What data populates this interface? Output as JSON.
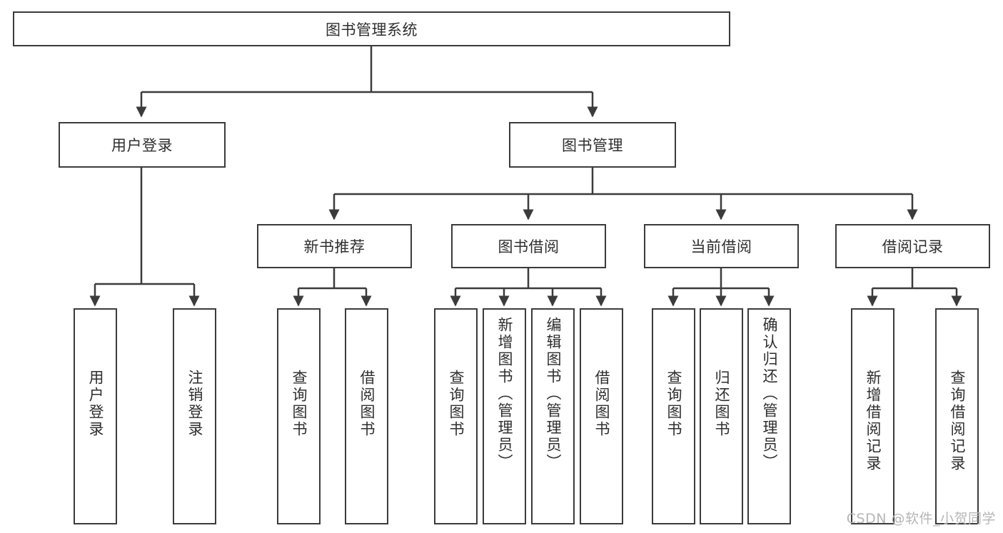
{
  "diagram": {
    "type": "tree",
    "title": "图书管理系统",
    "root": {
      "label": "图书管理系统"
    },
    "level2": [
      {
        "label": "用户登录"
      },
      {
        "label": "图书管理"
      }
    ],
    "level3": [
      {
        "label": "新书推荐"
      },
      {
        "label": "图书借阅"
      },
      {
        "label": "当前借阅"
      },
      {
        "label": "借阅记录"
      }
    ],
    "leaves": {
      "user_login": [
        {
          "label": "用户登录"
        },
        {
          "label": "注销登录"
        }
      ],
      "new_book_recommend": [
        {
          "label": "查询图书"
        },
        {
          "label": "借阅图书"
        }
      ],
      "book_borrow": [
        {
          "label": "查询图书"
        },
        {
          "label": "新增图书（管理员）"
        },
        {
          "label": "编辑图书（管理员）"
        },
        {
          "label": "借阅图书"
        }
      ],
      "current_borrow": [
        {
          "label": "查询图书"
        },
        {
          "label": "归还图书"
        },
        {
          "label": "确认归还（管理员）"
        }
      ],
      "borrow_record": [
        {
          "label": "新增借阅记录"
        },
        {
          "label": "查询借阅记录"
        }
      ]
    }
  },
  "watermark": {
    "text": "CSDN @软件_小贺同学"
  },
  "colors": {
    "border": "#3b3b3b",
    "text": "#2e2e2e",
    "background": "#ffffff",
    "watermark": "#b6b6b6"
  }
}
